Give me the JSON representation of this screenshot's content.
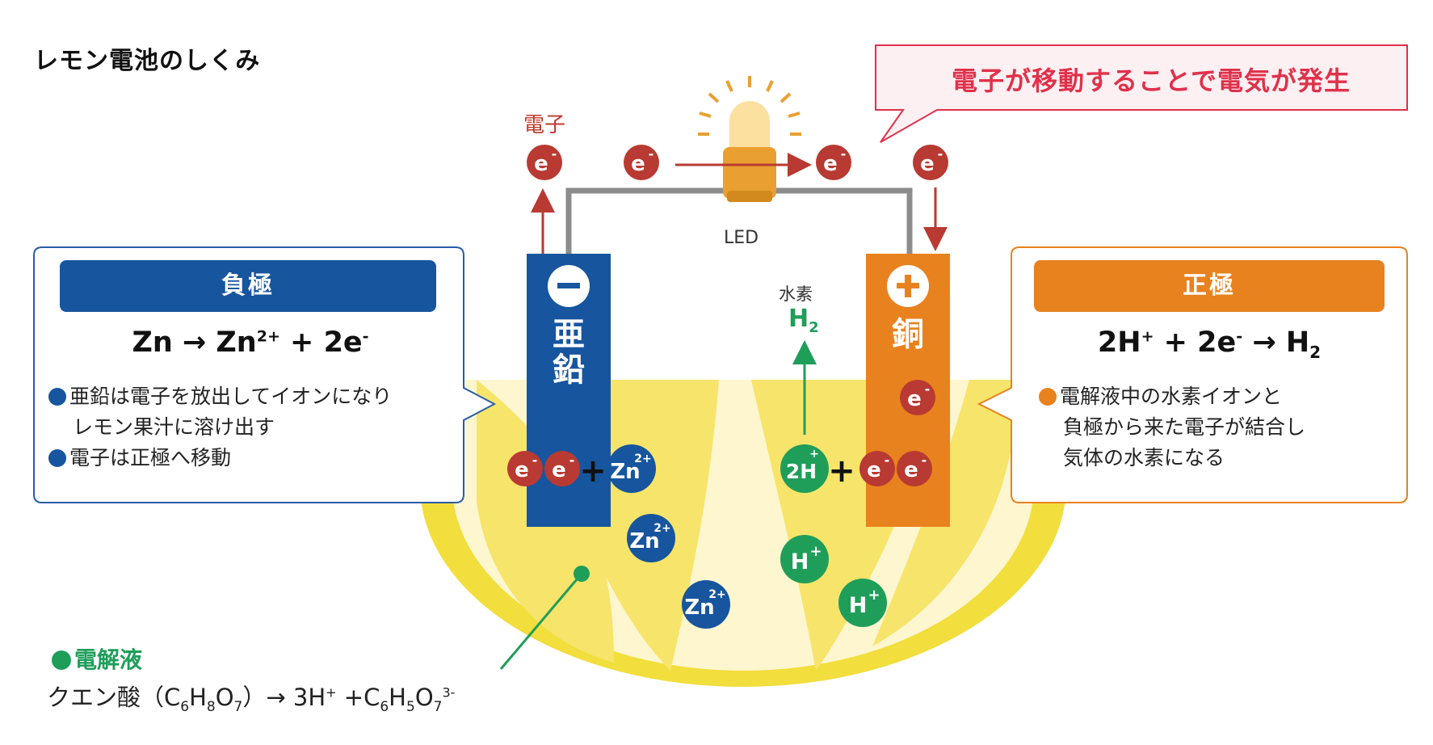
{
  "title": "レモン電池のしくみ",
  "callout": "電子が移動することで電気が発生",
  "electron_label": "電子",
  "electron_symbol": "e",
  "electron_charge": "-",
  "led_label": "LED",
  "hydrogen": {
    "label": "水素",
    "formula": "H",
    "subscript": "2"
  },
  "negative": {
    "heading": "負極",
    "sign": "−",
    "metal_chars": [
      "亜",
      "鉛"
    ],
    "equation": {
      "a": "Zn → Zn",
      "a_sup": "2+",
      "b": " + 2e",
      "b_sup": "-"
    },
    "notes": [
      "亜鉛は電子を放出してイオンになり",
      "レモン果汁に溶け出す",
      "電子は正極へ移動"
    ]
  },
  "positive": {
    "heading": "正極",
    "sign": "+",
    "metal_chars": [
      "銅"
    ],
    "equation": {
      "a": "2H",
      "a_sup": "+",
      "b": " + 2e",
      "b_sup": "-",
      "c": " →  H",
      "c_sub": "2"
    },
    "notes": [
      "電解液中の水素イオンと",
      "負極から来た電子が結合し",
      "気体の水素になる"
    ]
  },
  "ions": {
    "zinc": "Zn",
    "zinc_charge": "2+",
    "hydrogen": "H",
    "hydrogen_charge": "+",
    "two_h": "2H",
    "plus": "+"
  },
  "electrolyte": {
    "title": "電解液",
    "eq_prefix": "クエン酸（C",
    "eq_s1": "6",
    "eq_h": "H",
    "eq_s2": "8",
    "eq_o": "O",
    "eq_s3": "7",
    "eq_mid": "）→ 3H",
    "eq_sup1": "+",
    "eq_plus": " +C",
    "eq_s4": "6",
    "eq_h2": "H",
    "eq_s5": "5",
    "eq_o2": "O",
    "eq_s6": "7",
    "eq_sup2": "3-"
  },
  "colors": {
    "negative_blue": "#17559e",
    "positive_orange": "#e8821e",
    "electron_red": "#b83a32",
    "ion_green": "#1f9e5a",
    "callout_red": "#e0314b",
    "lemon_yellow": "#f7e46a",
    "lemon_rim": "#f2de3c",
    "led_orange": "#e9a030",
    "wire_gray": "#8c8c8c"
  }
}
